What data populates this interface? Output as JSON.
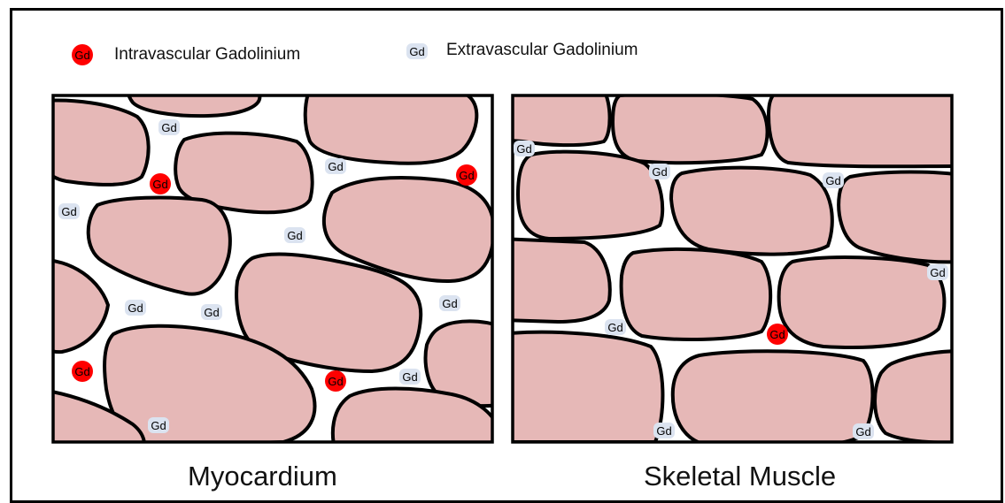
{
  "legend": {
    "intravascular_label": "Intravascular Gadolinium",
    "extravascular_label": "Extravascular Gadolinium",
    "symbol_text": "Gd"
  },
  "panels": [
    {
      "id": "myocardium",
      "label": "Myocardium"
    },
    {
      "id": "skeletal",
      "label": "Skeletal Muscle"
    }
  ],
  "colors": {
    "cell_fill": "#e6b8b7",
    "intravascular": "#ff0000",
    "extravascular_bg": "#dbe3f0"
  }
}
